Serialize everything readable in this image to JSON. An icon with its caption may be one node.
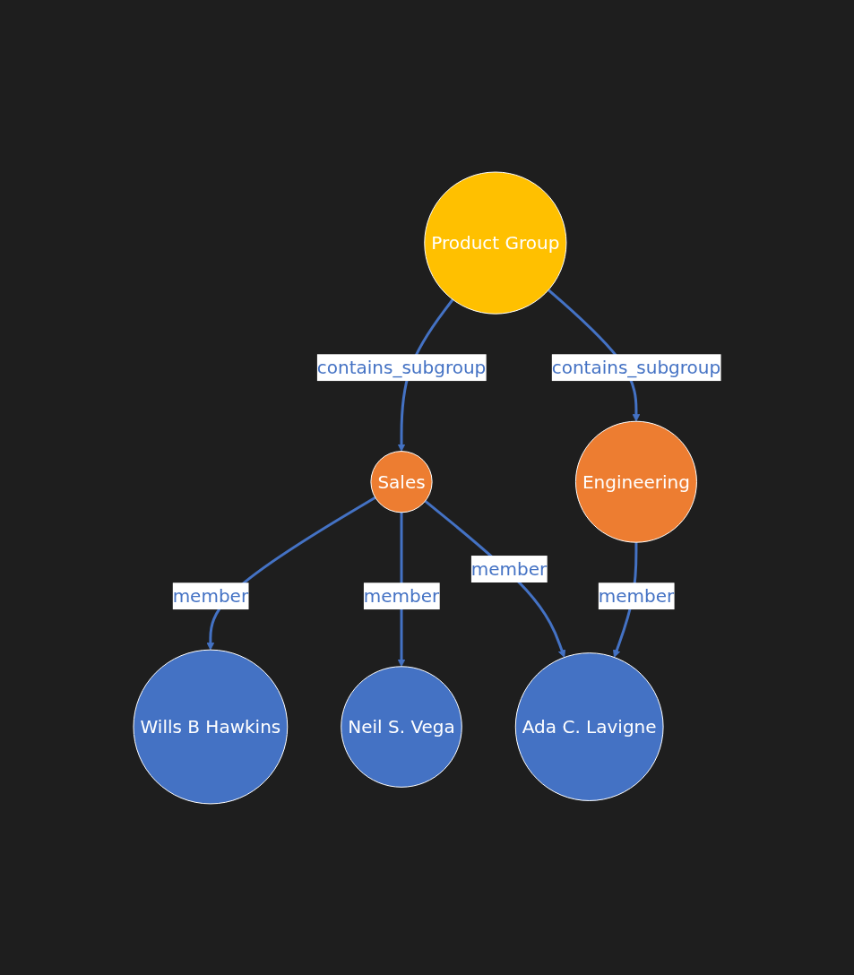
{
  "diagram": {
    "nodes": [
      {
        "text": [
          "Product Group"
        ]
      },
      {
        "text": [
          "Sales"
        ]
      },
      {
        "text": [
          "Engineering"
        ]
      },
      {
        "text": [
          "Wills B Hawkins"
        ]
      },
      {
        "text": [
          "Neil S. Vega"
        ]
      },
      {
        "text": [
          "Ada C. Lavigne"
        ]
      }
    ],
    "edges": [
      {
        "from": 0,
        "to": 1,
        "arrow": "to",
        "label": "contains_subgroup"
      },
      {
        "from": 0,
        "to": 2,
        "arrow": "to",
        "label": "contains_subgroup"
      },
      {
        "from": 1,
        "to": 3,
        "arrow": "to",
        "label": "member"
      },
      {
        "from": 1,
        "to": 4,
        "arrow": "to",
        "label": "member"
      },
      {
        "from": 1,
        "to": 5,
        "arrow": "to",
        "label": "member"
      },
      {
        "from": 2,
        "to": 5,
        "arrow": "to",
        "label": "member"
      }
    ]
  }
}
